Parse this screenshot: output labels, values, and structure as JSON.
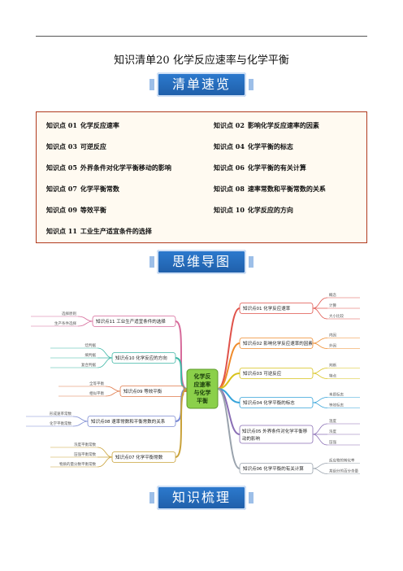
{
  "header": {
    "title": "知识清单20 化学反应速率与化学平衡"
  },
  "banners": {
    "list": "清单速览",
    "mindmap": "思维导图",
    "review": "知识梳理"
  },
  "knowledge_points": [
    {
      "code": "知识点 01",
      "label": "化学反应速率"
    },
    {
      "code": "知识点 02",
      "label": "影响化学反应速率的因素"
    },
    {
      "code": "知识点 03",
      "label": "可逆反应"
    },
    {
      "code": "知识点 04",
      "label": "化学平衡的标志"
    },
    {
      "code": "知识点 05",
      "label": "外界条件对化学平衡移动的影响"
    },
    {
      "code": "知识点 06",
      "label": "化学平衡的有关计算"
    },
    {
      "code": "知识点 07",
      "label": "化学平衡常数"
    },
    {
      "code": "知识点 08",
      "label": "速率常数和平衡常数的关系"
    },
    {
      "code": "知识点 09",
      "label": "等效平衡"
    },
    {
      "code": "知识点 10",
      "label": "化学反应的方向"
    },
    {
      "code": "知识点 11",
      "label": "工业生产适宜条件的选择"
    }
  ],
  "mindmap": {
    "center": [
      "化学反",
      "应速率",
      "与化学",
      "平衡"
    ],
    "right": [
      {
        "label": "知识点01 化学反应速率",
        "subs": [
          "概念",
          "计算",
          "大小比较"
        ]
      },
      {
        "label": "知识点02 影响化学反应速率的因素",
        "subs": [
          "内因",
          "外因"
        ]
      },
      {
        "label": "知识点03 可逆反应",
        "subs": [
          "判断",
          "特点"
        ]
      },
      {
        "label": "知识点04 化学平衡的标志",
        "subs": [
          "本质标志",
          "等效标志"
        ]
      },
      {
        "label": "知识点05 外界条件对化学平衡移动的影响",
        "label_lines": [
          "知识点05 外界条件对化学平衡移",
          "动的影响"
        ],
        "subs": [
          "温度",
          "浓度",
          "压强"
        ]
      },
      {
        "label": "知识点06 化学平衡的有关计算",
        "subs": [
          "反应物的转化率",
          "某组分的百分含量"
        ]
      }
    ],
    "left": [
      {
        "label": "知识点11 工业生产适宜条件的选择",
        "subs": [
          "选择原则",
          "生产条件选择"
        ]
      },
      {
        "label": "知识点10 化学反应的方向",
        "subs": [
          "焓判据",
          "熵判据",
          "复合判据"
        ]
      },
      {
        "label": "知识点09 等效平衡",
        "subs": [
          "全等平衡",
          "相似平衡"
        ]
      },
      {
        "label": "知识点08 速率常数和平衡常数的关系",
        "subs": [
          "形成速率常数",
          "化学平衡常数"
        ]
      },
      {
        "label": "知识点07 化学平衡常数",
        "subs": [
          "浓度平衡常数",
          "压强平衡常数",
          "物质的量分数平衡常数"
        ]
      }
    ]
  },
  "colors": {
    "banner": "#1f5ea8",
    "box_border": "#b03a1e",
    "center_fill": "#8bd04a",
    "branches": [
      "#e0524a",
      "#ef8b2c",
      "#d8c21a",
      "#35a3d9",
      "#8a6fb5",
      "#9aa3ad",
      "#d66a9a",
      "#3fb7a6",
      "#e07a4a",
      "#7c8bd2",
      "#c9a23a"
    ]
  }
}
